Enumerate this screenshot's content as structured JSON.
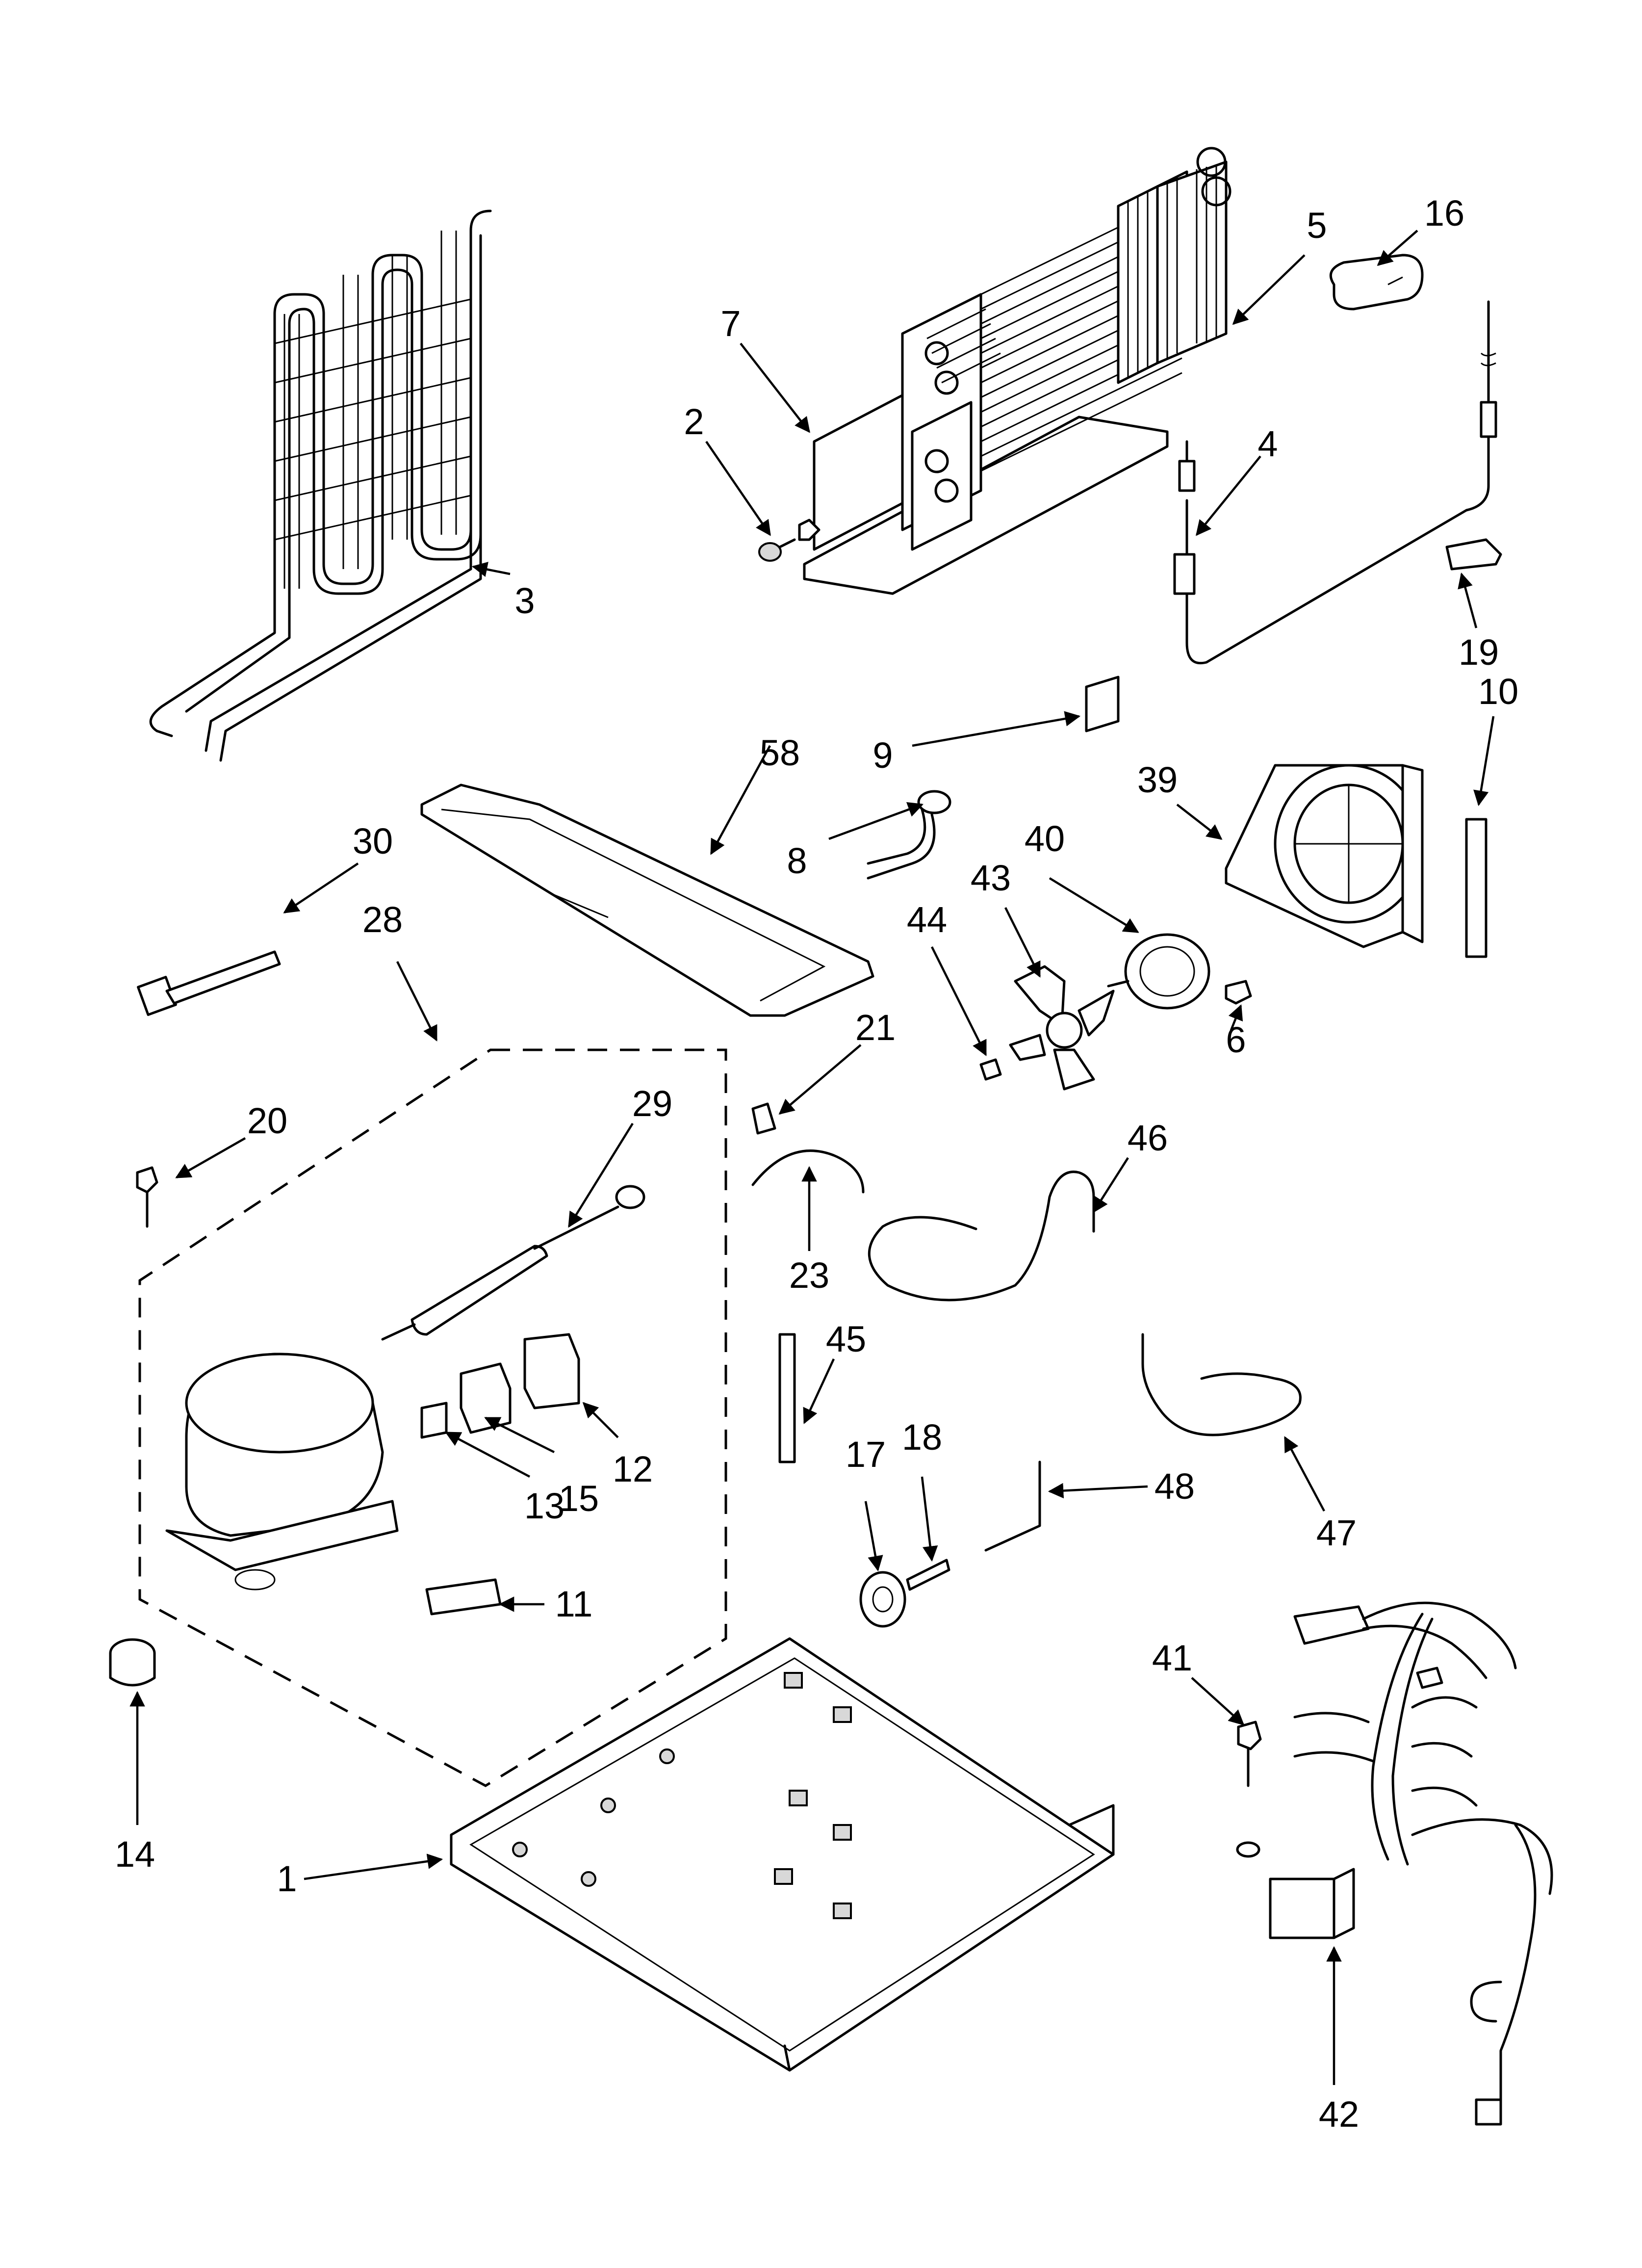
{
  "callouts": {
    "c1": "1",
    "c2": "2",
    "c3": "3",
    "c4": "4",
    "c5": "5",
    "c6": "6",
    "c7": "7",
    "c8": "8",
    "c9": "9",
    "c10": "10",
    "c11": "11",
    "c12": "12",
    "c13": "13",
    "c14": "14",
    "c15": "15",
    "c16": "16",
    "c17": "17",
    "c18": "18",
    "c19": "19",
    "c20": "20",
    "c21": "21",
    "c23": "23",
    "c28": "28",
    "c29": "29",
    "c30": "30",
    "c39": "39",
    "c40": "40",
    "c41": "41",
    "c42": "42",
    "c43": "43",
    "c44": "44",
    "c45": "45",
    "c46": "46",
    "c47": "47",
    "c48": "48",
    "c58": "58"
  }
}
